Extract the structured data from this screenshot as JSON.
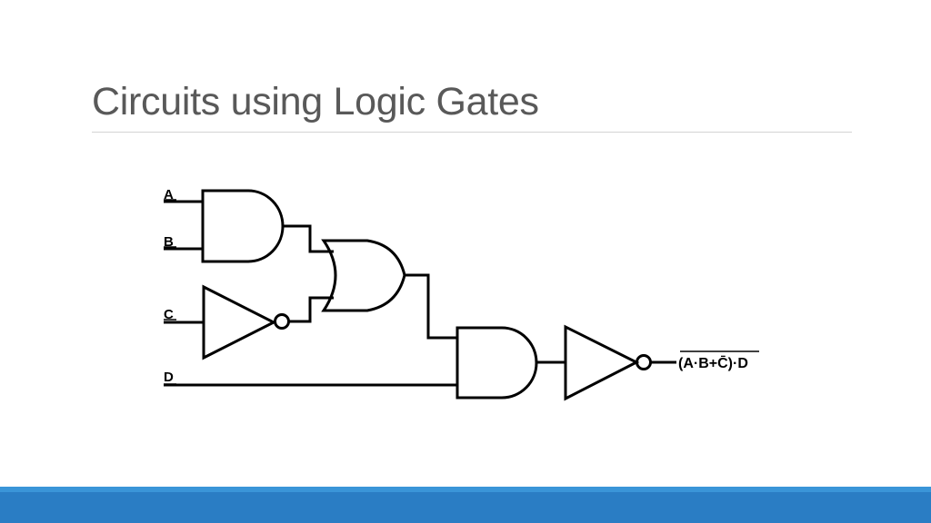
{
  "slide": {
    "title": "Circuits using Logic Gates"
  },
  "diagram": {
    "inputs": [
      {
        "name": "A"
      },
      {
        "name": "B"
      },
      {
        "name": "C"
      },
      {
        "name": "D"
      }
    ],
    "output_expression": "(A·B+C̄)·D",
    "gates": [
      {
        "type": "AND",
        "inputs": [
          "A",
          "B"
        ]
      },
      {
        "type": "NOT",
        "inputs": [
          "C"
        ]
      },
      {
        "type": "OR",
        "inputs": [
          "AND(A,B)",
          "NOT(C)"
        ]
      },
      {
        "type": "AND",
        "inputs": [
          "OR",
          "D"
        ]
      },
      {
        "type": "NOT",
        "inputs": [
          "AND(OR,D)"
        ]
      }
    ]
  },
  "colors": {
    "title": "#595959",
    "rule": "#d4d4d4",
    "footer": "#2a7dc4",
    "footer_accent": "#3a95d8",
    "wire": "#000000"
  }
}
